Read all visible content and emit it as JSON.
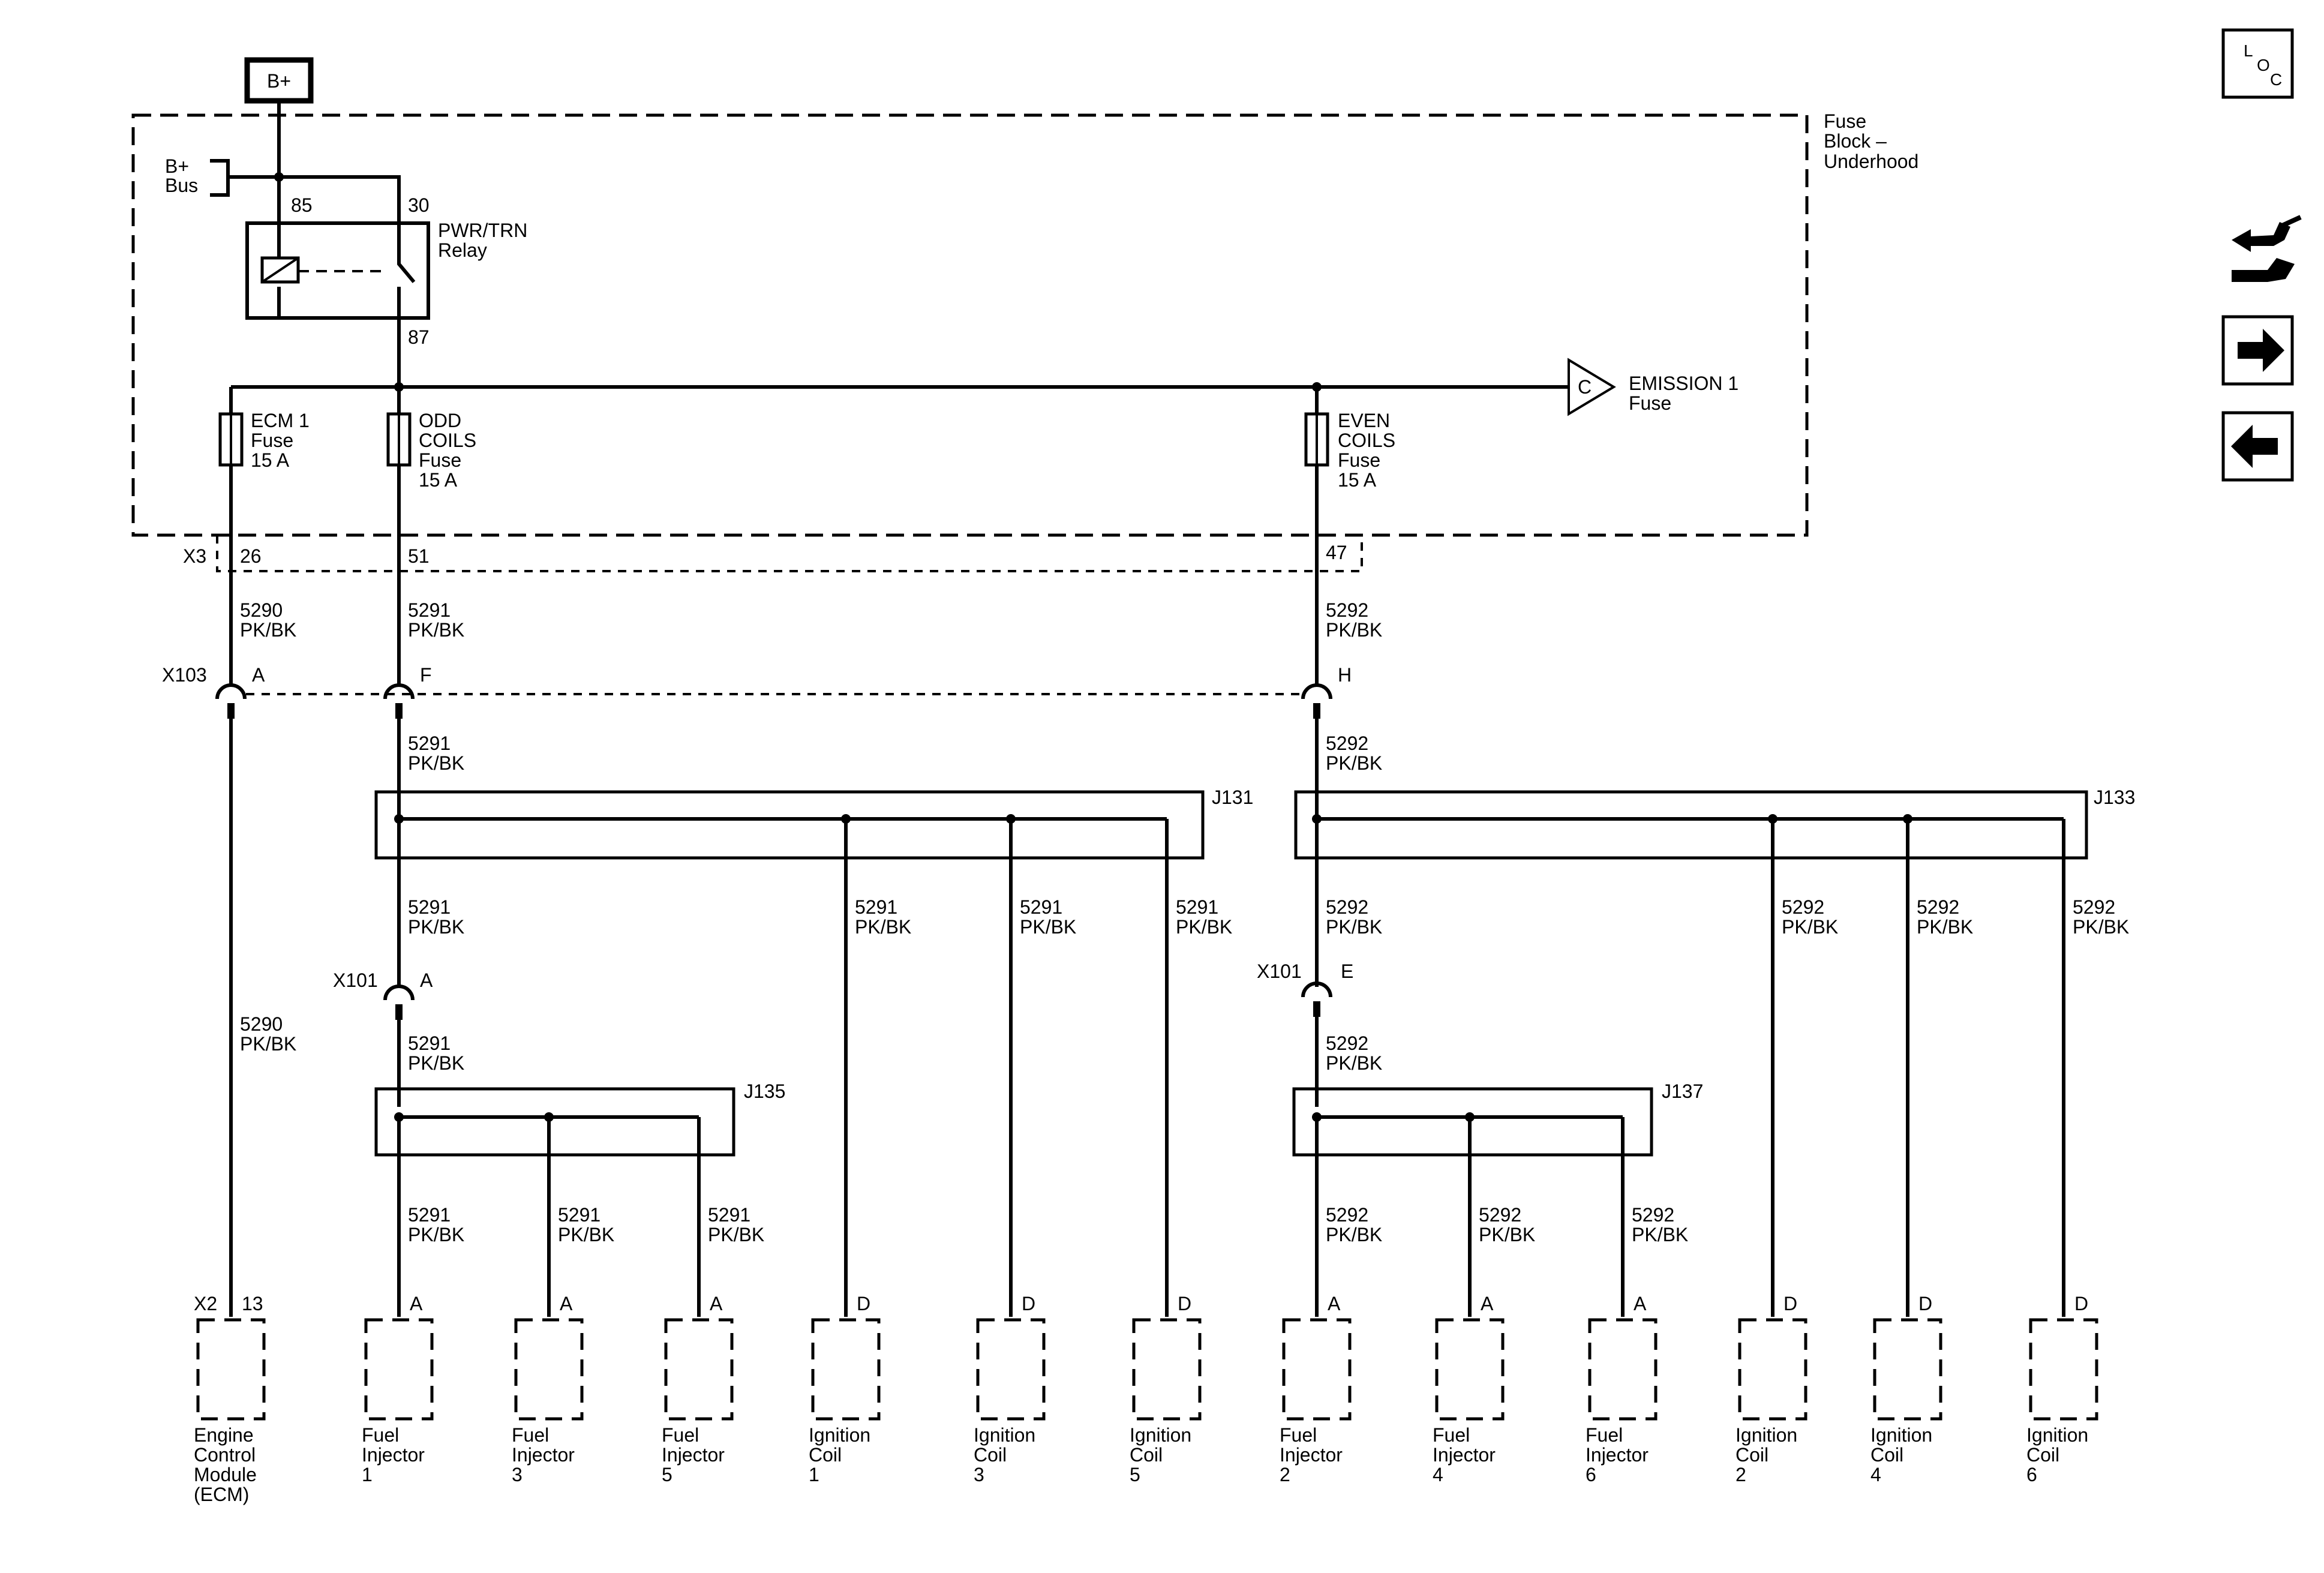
{
  "b_plus": "B+",
  "bus": {
    "line1": "B+",
    "line2": "Bus"
  },
  "fuse_block": {
    "line1": "Fuse",
    "line2": "Block –",
    "line3": "Underhood"
  },
  "relay": {
    "name1": "PWR/TRN",
    "name2": "Relay",
    "pin85": "85",
    "pin30": "30",
    "pin87": "87"
  },
  "fuses": {
    "ecm1": [
      "ECM 1",
      "Fuse",
      "15 A"
    ],
    "odd": [
      "ODD",
      "COILS",
      "Fuse",
      "15 A"
    ],
    "even": [
      "EVEN",
      "COILS",
      "Fuse",
      "15 A"
    ]
  },
  "emission": {
    "letter": "C",
    "line1": "EMISSION 1",
    "line2": "Fuse"
  },
  "x3": {
    "name": "X3",
    "pins": [
      "26",
      "51",
      "47"
    ]
  },
  "x103": {
    "name": "X103",
    "pins": [
      "A",
      "F",
      "H"
    ]
  },
  "x101": {
    "name": "X101",
    "pin_left": "A",
    "pin_right": "E"
  },
  "splices": [
    "J131",
    "J133",
    "J135",
    "J137"
  ],
  "circuits": {
    "c5290": "5290",
    "c5291": "5291",
    "c5292": "5292",
    "color": "PK/BK"
  },
  "components": [
    {
      "pin": "13",
      "prefix": "X2",
      "lines": [
        "Engine",
        "Control",
        "Module",
        "(ECM)"
      ]
    },
    {
      "pin": "A",
      "lines": [
        "Fuel",
        "Injector",
        "1"
      ]
    },
    {
      "pin": "A",
      "lines": [
        "Fuel",
        "Injector",
        "3"
      ]
    },
    {
      "pin": "A",
      "lines": [
        "Fuel",
        "Injector",
        "5"
      ]
    },
    {
      "pin": "D",
      "lines": [
        "Ignition",
        "Coil",
        "1"
      ]
    },
    {
      "pin": "D",
      "lines": [
        "Ignition",
        "Coil",
        "3"
      ]
    },
    {
      "pin": "D",
      "lines": [
        "Ignition",
        "Coil",
        "5"
      ]
    },
    {
      "pin": "A",
      "lines": [
        "Fuel",
        "Injector",
        "2"
      ]
    },
    {
      "pin": "A",
      "lines": [
        "Fuel",
        "Injector",
        "4"
      ]
    },
    {
      "pin": "A",
      "lines": [
        "Fuel",
        "Injector",
        "6"
      ]
    },
    {
      "pin": "D",
      "lines": [
        "Ignition",
        "Coil",
        "2"
      ]
    },
    {
      "pin": "D",
      "lines": [
        "Ignition",
        "Coil",
        "4"
      ]
    },
    {
      "pin": "D",
      "lines": [
        "Ignition",
        "Coil",
        "6"
      ]
    }
  ],
  "side_icons": {
    "loc": [
      "L",
      "O",
      "C"
    ],
    "icons": [
      "connector-tool-icon",
      "arrow-right-icon",
      "arrow-left-icon"
    ]
  }
}
